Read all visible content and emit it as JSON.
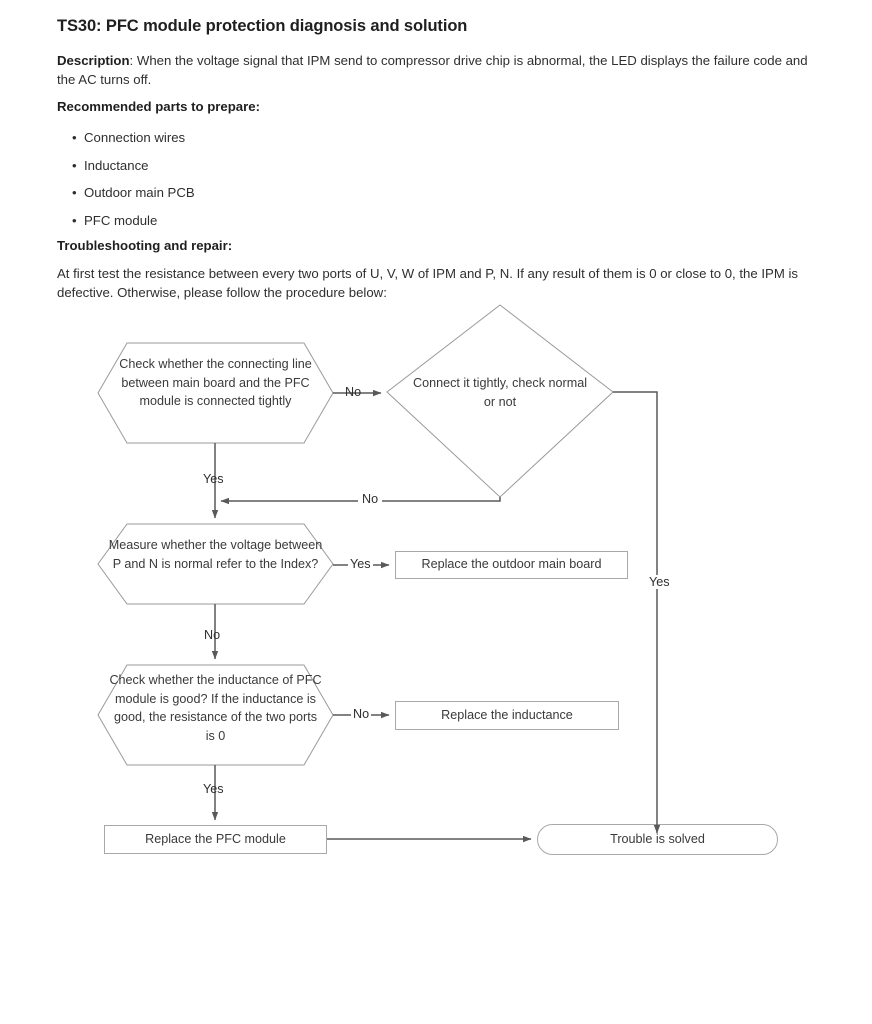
{
  "document": {
    "title": "TS30: PFC module protection diagnosis and solution",
    "description_label": "Description",
    "description_text": ": When the voltage signal that IPM send to compressor drive chip is abnormal, the LED displays the failure code and the AC turns off.",
    "recommended_heading": "Recommended parts to prepare:",
    "recommended_parts": [
      "Connection wires",
      "Inductance",
      "Outdoor main PCB",
      "PFC module"
    ],
    "troubleshooting_heading": "Troubleshooting and repair:",
    "troubleshooting_text": "At first test the resistance between every two ports of U, V, W of IPM and P, N. If any result of them is 0 or close to 0, the IPM is defective. Otherwise, please follow the procedure below:"
  },
  "flowchart": {
    "type": "diagram",
    "nodes": [
      {
        "id": "n1",
        "shape": "hexagon",
        "text": "Check whether the connecting line between main board and the PFC module is connected tightly"
      },
      {
        "id": "n2",
        "shape": "diamond",
        "text": "Connect it tightly, check normal or not"
      },
      {
        "id": "n3",
        "shape": "hexagon",
        "text": "Measure whether the voltage between P and N is normal refer to the Index?"
      },
      {
        "id": "n4",
        "shape": "rectangle",
        "text": "Replace the outdoor main board"
      },
      {
        "id": "n5",
        "shape": "hexagon",
        "text": "Check whether the inductance of PFC module is good? If the inductance is good, the resistance of the two ports is 0"
      },
      {
        "id": "n6",
        "shape": "rectangle",
        "text": "Replace the inductance"
      },
      {
        "id": "n7",
        "shape": "rectangle",
        "text": "Replace the PFC module"
      },
      {
        "id": "n8",
        "shape": "stadium",
        "text": "Trouble is solved"
      }
    ],
    "edge_labels": {
      "n1_to_n2": "No",
      "n1_to_n3": "Yes",
      "n2_to_n3": "No",
      "n2_to_n8": "Yes",
      "n3_to_n4": "Yes",
      "n3_to_n5": "No",
      "n5_to_n6": "No",
      "n5_to_n7": "Yes"
    },
    "stroke_color": "#8c8c8c",
    "arrow_color": "#595959"
  }
}
